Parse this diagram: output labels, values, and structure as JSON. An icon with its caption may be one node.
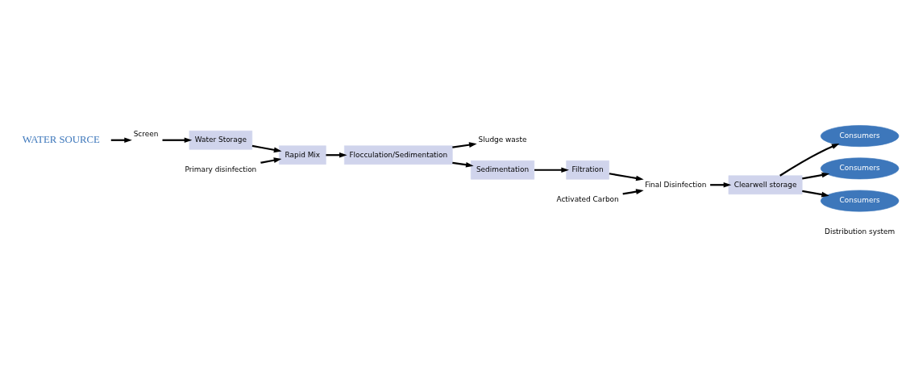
{
  "diagram": {
    "nodes": [
      {
        "text": [
          "WATER SOURCE"
        ]
      },
      {
        "text": [
          "Screen"
        ]
      },
      {
        "text": [
          "Primary disinfection"
        ]
      },
      {
        "text": [
          "Water Storage"
        ]
      },
      {
        "text": [
          "Rapid Mix"
        ]
      },
      {
        "text": [
          "Flocculation/Sedimentation"
        ]
      },
      {
        "text": [
          "Sludge waste"
        ]
      },
      {
        "text": [
          "Sedimentation"
        ]
      },
      {
        "text": [
          "Filtration"
        ]
      },
      {
        "text": [
          "Activated Carbon"
        ]
      },
      {
        "text": [
          "Final Disinfection"
        ]
      },
      {
        "text": [
          "Clearwell storage"
        ]
      },
      {
        "text": [
          "Consumers"
        ]
      },
      {
        "text": [
          "Consumers"
        ]
      },
      {
        "text": [
          "Consumers"
        ]
      }
    ],
    "edges": [
      {
        "from": 0,
        "to": 1,
        "arrow": "to"
      },
      {
        "from": 1,
        "to": 3,
        "arrow": "to"
      },
      {
        "from": 3,
        "to": 4,
        "arrow": "to"
      },
      {
        "from": 2,
        "to": 4,
        "arrow": "to"
      },
      {
        "from": 4,
        "to": 5,
        "arrow": "to"
      },
      {
        "from": 5,
        "to": 6,
        "arrow": "to"
      },
      {
        "from": 5,
        "to": 7,
        "arrow": "to"
      },
      {
        "from": 7,
        "to": 8,
        "arrow": "to"
      },
      {
        "from": 8,
        "to": 10,
        "arrow": "to"
      },
      {
        "from": 9,
        "to": 10,
        "arrow": "to"
      },
      {
        "from": 10,
        "to": 11,
        "arrow": "to"
      },
      {
        "from": 11,
        "to": 12,
        "arrow": "to"
      },
      {
        "from": 11,
        "to": 13,
        "arrow": "to"
      },
      {
        "from": 11,
        "to": 14,
        "arrow": "to"
      }
    ],
    "labels": [
      "Distribution system"
    ]
  }
}
